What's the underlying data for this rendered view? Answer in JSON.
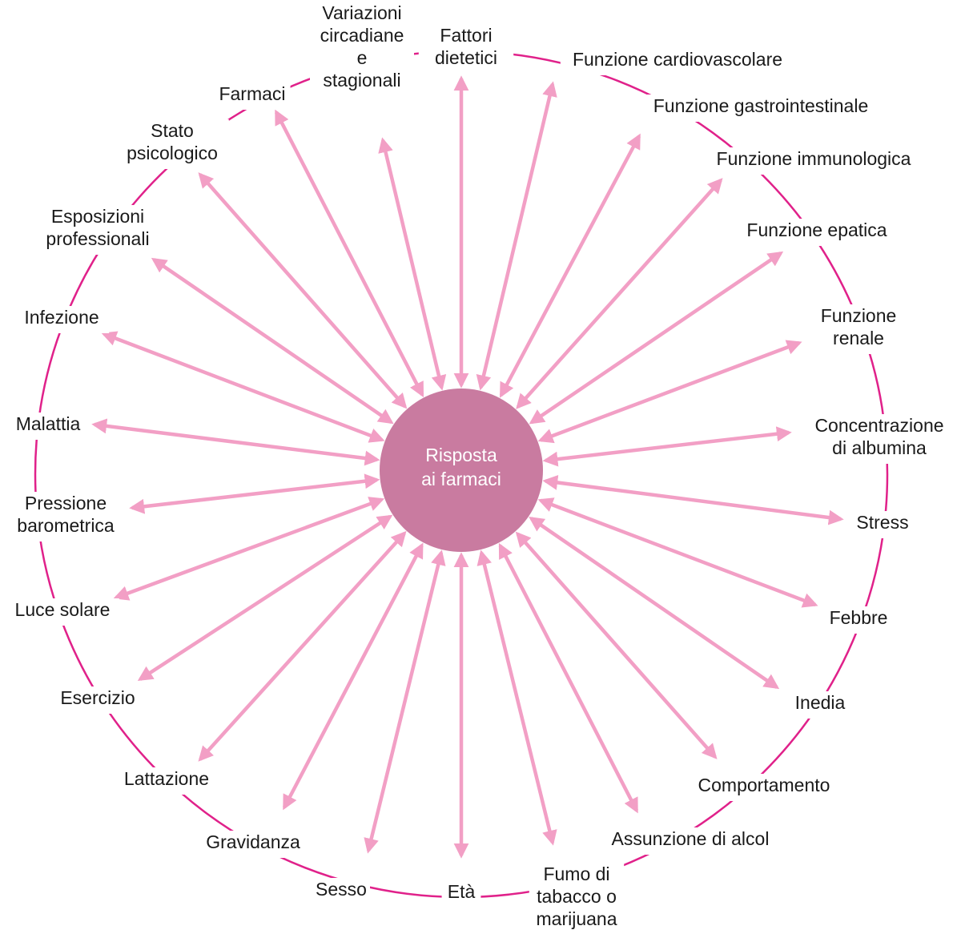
{
  "colors": {
    "ring": "#e0218a",
    "arrow": "#f29fc5",
    "center_fill": "#c97ba0",
    "center_text": "#ffffff",
    "label_text": "#1a1a1a"
  },
  "center": {
    "lines": [
      "Risposta",
      "ai farmaci"
    ]
  },
  "factors": [
    {
      "name": "factor-fattori-dietetici",
      "lines": [
        "Fattori",
        "dietetici"
      ]
    },
    {
      "name": "factor-funzione-cardiovascolare",
      "lines": [
        "Funzione cardiovascolare"
      ]
    },
    {
      "name": "factor-funzione-gastrointestinale",
      "lines": [
        "Funzione gastrointestinale"
      ]
    },
    {
      "name": "factor-funzione-immunologica",
      "lines": [
        "Funzione immunologica"
      ]
    },
    {
      "name": "factor-funzione-epatica",
      "lines": [
        "Funzione epatica"
      ]
    },
    {
      "name": "factor-funzione-renale",
      "lines": [
        "Funzione",
        "renale"
      ]
    },
    {
      "name": "factor-concentrazione-albumina",
      "lines": [
        "Concentrazione",
        "di albumina"
      ]
    },
    {
      "name": "factor-stress",
      "lines": [
        "Stress"
      ]
    },
    {
      "name": "factor-febbre",
      "lines": [
        "Febbre"
      ]
    },
    {
      "name": "factor-inedia",
      "lines": [
        "Inedia"
      ]
    },
    {
      "name": "factor-comportamento",
      "lines": [
        "Comportamento"
      ]
    },
    {
      "name": "factor-assunzione-alcol",
      "lines": [
        "Assunzione di alcol"
      ]
    },
    {
      "name": "factor-fumo",
      "lines": [
        "Fumo di",
        "tabacco o",
        "marijuana"
      ]
    },
    {
      "name": "factor-eta",
      "lines": [
        "Età"
      ]
    },
    {
      "name": "factor-sesso",
      "lines": [
        "Sesso"
      ]
    },
    {
      "name": "factor-gravidanza",
      "lines": [
        "Gravidanza"
      ]
    },
    {
      "name": "factor-lattazione",
      "lines": [
        "Lattazione"
      ]
    },
    {
      "name": "factor-esercizio",
      "lines": [
        "Esercizio"
      ]
    },
    {
      "name": "factor-luce-solare",
      "lines": [
        "Luce solare"
      ]
    },
    {
      "name": "factor-pressione-barometrica",
      "lines": [
        "Pressione",
        "barometrica"
      ]
    },
    {
      "name": "factor-malattia",
      "lines": [
        "Malattia"
      ]
    },
    {
      "name": "factor-infezione",
      "lines": [
        "Infezione"
      ]
    },
    {
      "name": "factor-esposizioni-professionali",
      "lines": [
        "Esposizioni",
        "professionali"
      ]
    },
    {
      "name": "factor-stato-psicologico",
      "lines": [
        "Stato",
        "psicologico"
      ]
    },
    {
      "name": "factor-farmaci",
      "lines": [
        "Farmaci"
      ]
    },
    {
      "name": "factor-variazioni-circadiane",
      "lines": [
        "Variazioni",
        "circadiane",
        "e",
        "stagionali"
      ]
    }
  ]
}
